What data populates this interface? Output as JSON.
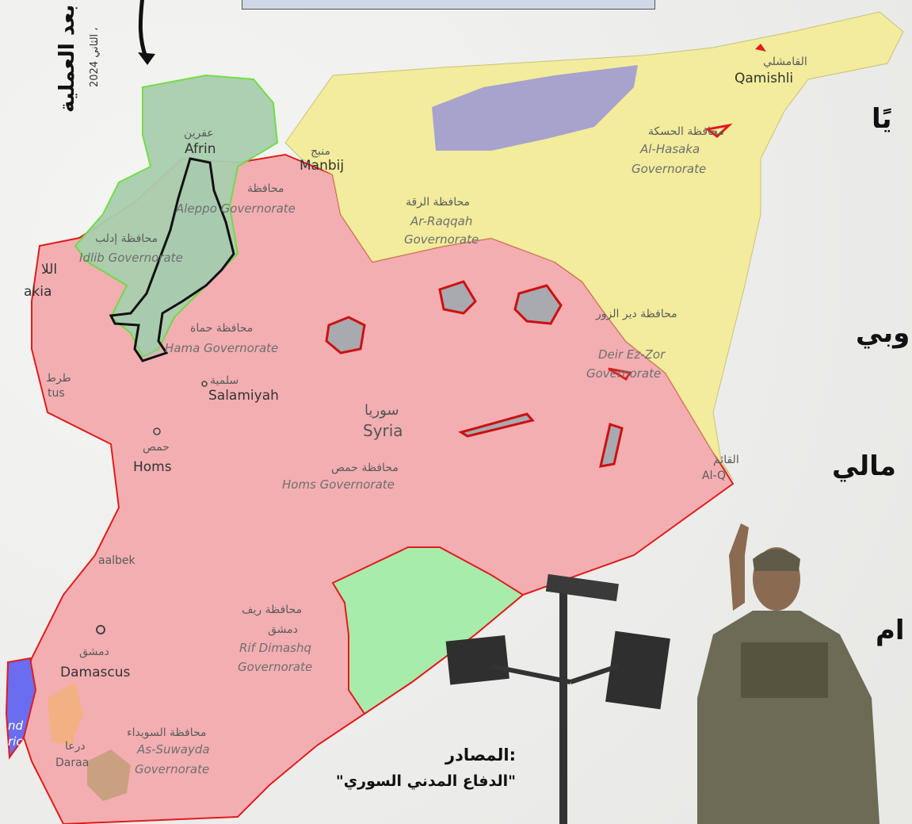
{
  "side_title": {
    "main": "بعد العملية",
    "date": "الثاني 2024 ،"
  },
  "edge_fragments": [
    "يًا",
    "وبي",
    "مالي",
    "ام"
  ],
  "sources": {
    "heading": "المصادر:",
    "line1": "\"الدفاع المدني السوري\""
  },
  "labels": {
    "qamishli_ar": "القامشلي",
    "qamishli_en": "Qamishli",
    "hasaka_ar": "محافظة الحسكة",
    "hasaka_en1": "Al-Hasaka",
    "hasaka_en2": "Governorate",
    "afrin_ar": "عفرين",
    "afrin_en": "Afrin",
    "manbij_ar": "منبج",
    "manbij_en": "Manbij",
    "aleppo_ar": "محافظة",
    "aleppo_en": "Aleppo Governorate",
    "raqqa_ar": "محافظة الرقة",
    "raqqa_en1": "Ar-Raqqah",
    "raqqa_en2": "Governorate",
    "idlib_ar": "محافظة إدلب",
    "idlib_en": "Idlib Governorate",
    "latakia_ar": "اللا",
    "latakia_en": "akia",
    "hama_ar": "محافظة حماة",
    "hama_en": "Hama Governorate",
    "deir_ar": "محافظة دير الزور",
    "deir_en1": "Deir Ez-Zor",
    "deir_en2": "Governorate",
    "tartus_ar": "طرط",
    "tartus_en": "tus",
    "salamiyah_ar": "سلمية",
    "salamiyah_en": "Salamiyah",
    "syria_ar": "سوريا",
    "syria_en": "Syria",
    "homs_ar": "حمص",
    "homs_en": "Homs",
    "homsgov_ar": "محافظة حمص",
    "homsgov_en": "Homs Governorate",
    "alqaim_ar": "القائم",
    "alqaim_en": "Al-Q",
    "baalbek_en": "aalbek",
    "rif_ar1": "محافظة ريف",
    "rif_ar2": "دمشق",
    "rif_en1": "Rif Dimashq",
    "rif_en2": "Governorate",
    "damascus_ar": "دمشق",
    "damascus_en": "Damascus",
    "suwayda_ar": "محافظة السويداء",
    "suwayda_en1": "As-Suwayda",
    "suwayda_en2": "Governorate",
    "daraa_ar": "درعا",
    "daraa_en": "Daraa",
    "golan_en1": "nd",
    "golan_en2": "ric"
  },
  "colors": {
    "government": "#f3aeb2",
    "sdf": "#f2ec9c",
    "opposition": "#a9cfae",
    "tanf": "#a8ecac",
    "kurdish_purple": "#9a96d6",
    "isis_cells": "#a9a9b0",
    "border_red": "#e11c1c",
    "black_outline": "#111111"
  }
}
